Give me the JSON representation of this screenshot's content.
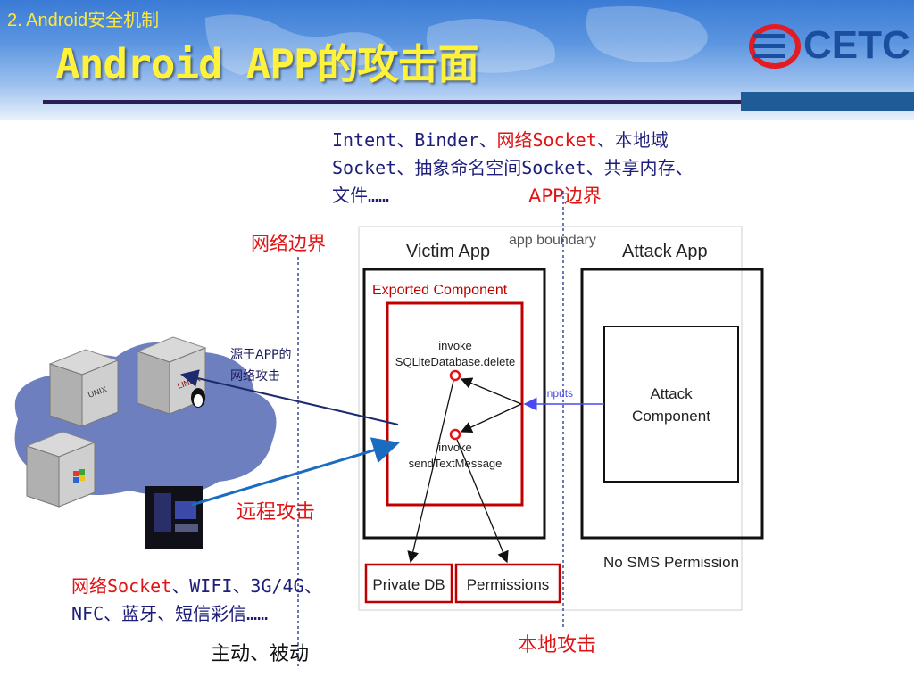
{
  "slide": {
    "section_label": "2. Android安全机制",
    "title": "Android APP的攻击面",
    "logo_text": "CETC"
  },
  "ipc_channels": {
    "line1_a": "Intent、Binder、",
    "line1_red": "网络Socket",
    "line1_b": "、本地域",
    "line2": "Socket、抽象命名空间Socket、共享内存、",
    "line3": "文件……",
    "app_boundary_cn": "APP边界"
  },
  "network_boundary": "网络边界",
  "network_attack_note": [
    "源于APP的",
    "网络攻击"
  ],
  "remote_attack": "远程攻击",
  "local_attack": "本地攻击",
  "network_channels": {
    "line1_red": "网络Socket",
    "line1_b": "、WIFI、3G/4G、",
    "line2": "NFC、蓝牙、短信彩信……"
  },
  "mode": "主动、被动",
  "diagram": {
    "app_boundary": "app boundary",
    "victim_app": "Victim App",
    "attack_app": "Attack App",
    "exported_component": "Exported Component",
    "invoke_delete_1": "invoke",
    "invoke_delete_2": "SQLiteDatabase.delete",
    "invoke_send_1": "invoke",
    "invoke_send_2": "sendTextMessage",
    "inputs": "inputs",
    "attack_component_1": "Attack",
    "attack_component_2": "Component",
    "no_sms": "No SMS Permission",
    "private_db": "Private DB",
    "permissions": "Permissions",
    "server_unix": "UNIX",
    "server_linux": "LINUX"
  },
  "colors": {
    "title_yellow": "#fff23a",
    "accent_red": "#e01414",
    "navy_text": "#1d1d7a",
    "cloud": "#6e7fc0",
    "arrow_blue": "#1a6cc0"
  }
}
